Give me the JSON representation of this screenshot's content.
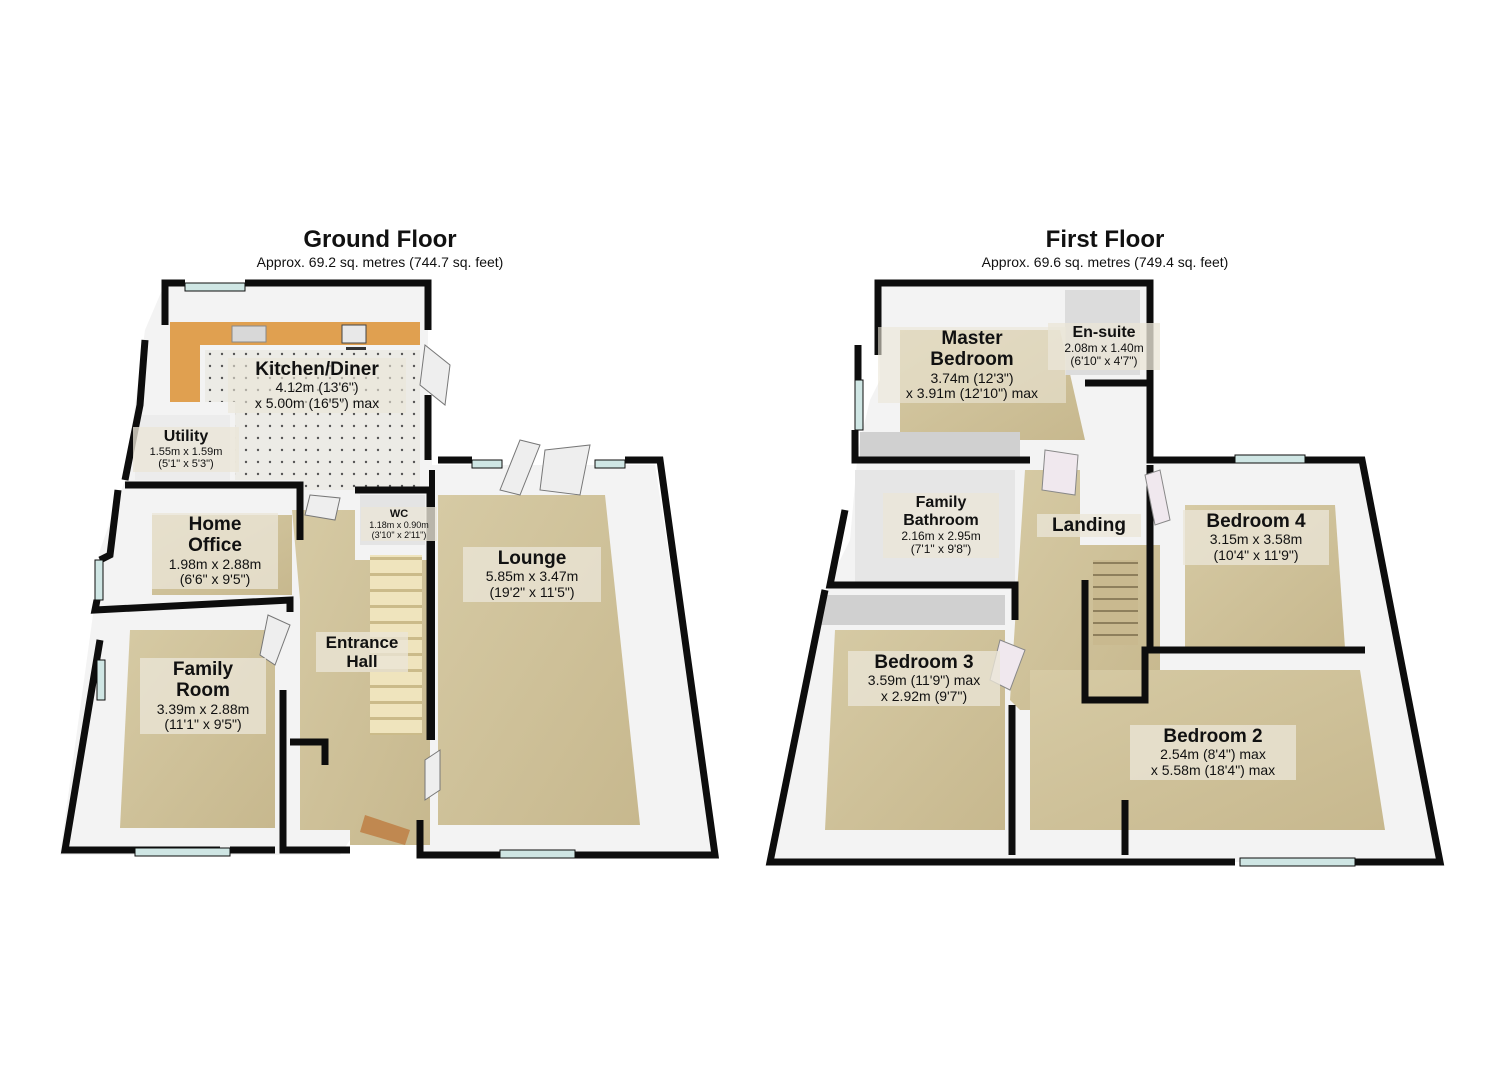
{
  "colors": {
    "wall": "#0d0d0d",
    "wall_face": "#f4f4f4",
    "carpet": "#cfc19a",
    "kitchen_floor": "#ecebe6",
    "worktop": "#e0a050",
    "window_glass": "#cfe6e4",
    "stairs": "#eadfb8",
    "label_bg": "#ebe6d7"
  },
  "ground_floor": {
    "title": "Ground Floor",
    "area": "Approx. 69.2 sq. metres (744.7 sq. feet)",
    "rooms": {
      "kitchen": {
        "name": "Kitchen/Diner",
        "dim1": "4.12m (13'6\")",
        "dim2": "x 5.00m (16'5\") max"
      },
      "utility": {
        "name": "Utility",
        "dim1": "1.55m x 1.59m",
        "dim2": "(5'1\" x 5'3\")"
      },
      "wc": {
        "name": "WC",
        "dim1": "1.18m x 0.90m",
        "dim2": "(3'10\" x 2'11\")"
      },
      "home_office": {
        "name_line1": "Home",
        "name_line2": "Office",
        "dim1": "1.98m x 2.88m",
        "dim2": "(6'6\" x 9'5\")"
      },
      "family_room": {
        "name_line1": "Family",
        "name_line2": "Room",
        "dim1": "3.39m x 2.88m",
        "dim2": "(11'1\" x 9'5\")"
      },
      "entrance_hall": {
        "name_line1": "Entrance",
        "name_line2": "Hall"
      },
      "lounge": {
        "name": "Lounge",
        "dim1": "5.85m x 3.47m",
        "dim2": "(19'2\" x 11'5\")"
      }
    }
  },
  "first_floor": {
    "title": "First Floor",
    "area": "Approx. 69.6 sq. metres (749.4 sq. feet)",
    "rooms": {
      "master_bedroom": {
        "name_line1": "Master",
        "name_line2": "Bedroom",
        "dim1": "3.74m (12'3\")",
        "dim2": "x 3.91m (12'10\") max"
      },
      "en_suite": {
        "name": "En-suite",
        "dim1": "2.08m x 1.40m",
        "dim2": "(6'10\" x 4'7\")"
      },
      "family_bathroom": {
        "name_line1": "Family",
        "name_line2": "Bathroom",
        "dim1": "2.16m x 2.95m",
        "dim2": "(7'1\" x 9'8\")"
      },
      "landing": {
        "name": "Landing"
      },
      "bedroom_4": {
        "name": "Bedroom 4",
        "dim1": "3.15m x 3.58m",
        "dim2": "(10'4\" x 11'9\")"
      },
      "bedroom_3": {
        "name": "Bedroom 3",
        "dim1": "3.59m (11'9\") max",
        "dim2": "x 2.92m (9'7\")"
      },
      "bedroom_2": {
        "name": "Bedroom 2",
        "dim1": "2.54m (8'4\") max",
        "dim2": "x 5.58m (18'4\") max"
      }
    }
  }
}
